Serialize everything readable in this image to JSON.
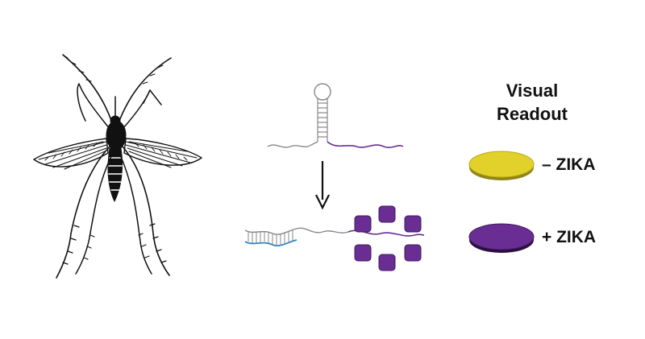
{
  "readout": {
    "title_line1": "Visual",
    "title_line2": "Readout",
    "negative_label": "– ZIKA",
    "positive_label": "+ ZIKA"
  },
  "colors": {
    "negative_disc": "#e2d12a",
    "negative_disc_edge": "#b6a71b",
    "positive_disc": "#6a2d94",
    "positive_disc_edge": "#3f1a5b",
    "rna_purple": "#6a2d94",
    "rna_grey": "#888888",
    "trigger_blue": "#2f86c4",
    "ink": "#111111"
  },
  "icons": {
    "mosquito": "mosquito-icon",
    "arrow": "arrow-down-icon"
  }
}
